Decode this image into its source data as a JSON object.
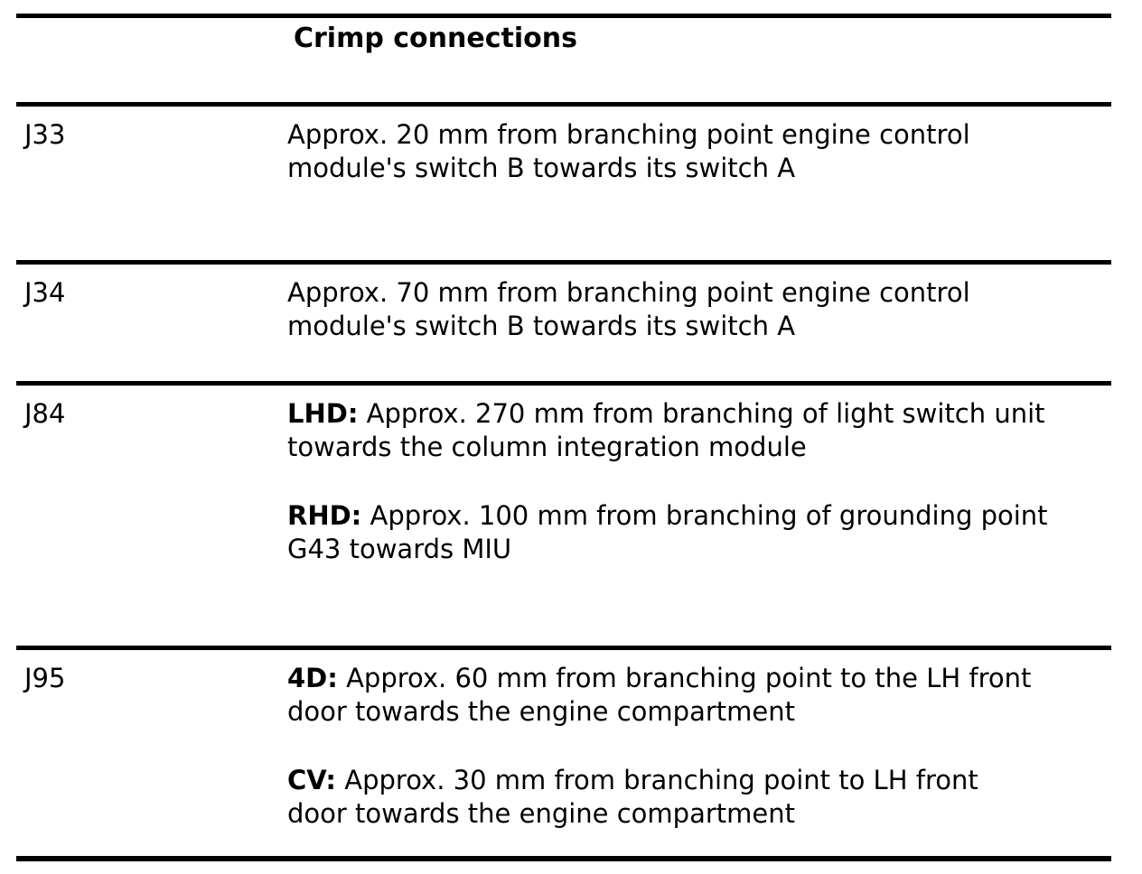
{
  "table": {
    "header": {
      "title": "Crimp connections"
    },
    "rows": [
      {
        "id": "J33",
        "paragraphs": [
          {
            "label": "",
            "text": "Approx. 20 mm from branching point engine control\nmodule's switch B towards its switch A"
          }
        ]
      },
      {
        "id": "J34",
        "paragraphs": [
          {
            "label": "",
            "text": "Approx. 70 mm from branching point engine control\nmodule's switch B towards its switch A"
          }
        ]
      },
      {
        "id": "J84",
        "paragraphs": [
          {
            "label": "LHD:",
            "text": " Approx. 270 mm from branching of light switch unit\ntowards the column integration module"
          },
          {
            "label": "RHD:",
            "text": " Approx. 100 mm from branching of grounding point\nG43 towards MIU"
          }
        ]
      },
      {
        "id": "J95",
        "paragraphs": [
          {
            "label": "4D:",
            "text": " Approx. 60 mm from branching point to the LH front\ndoor towards the engine compartment"
          },
          {
            "label": "CV:",
            "text": " Approx. 30 mm from branching point to LH front\ndoor towards the engine compartment"
          }
        ]
      }
    ],
    "text_color": "#000000",
    "rule_color": "#000000",
    "background_color": "#ffffff"
  }
}
